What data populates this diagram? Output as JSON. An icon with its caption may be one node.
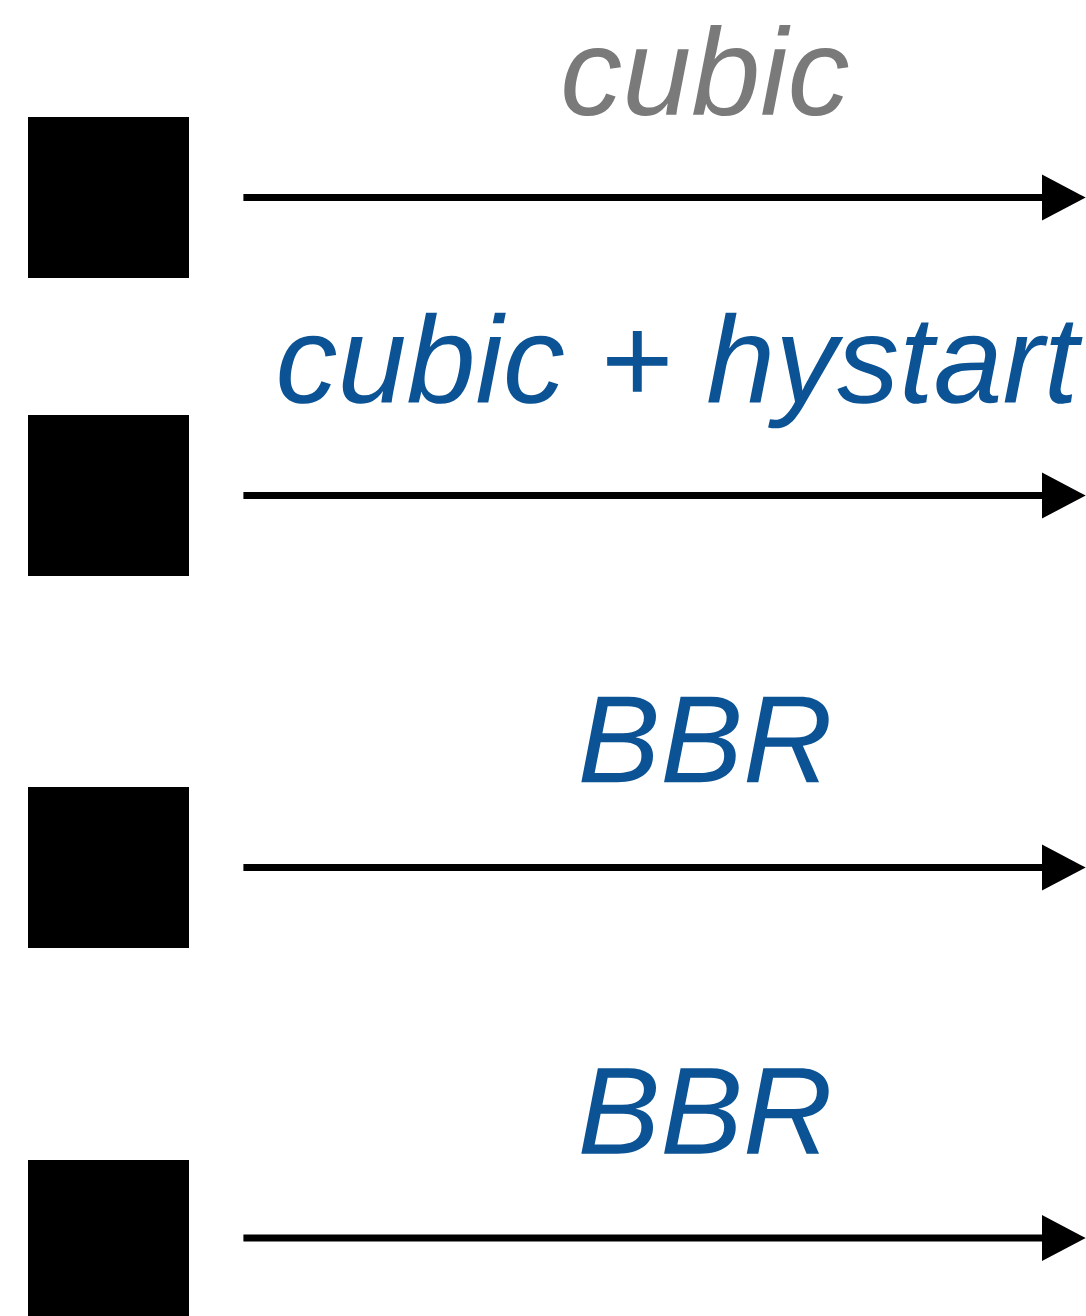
{
  "diagram": {
    "nodes": [
      {
        "text": [],
        "shape": "box"
      },
      {
        "text": [],
        "shape": "box"
      },
      {
        "text": [],
        "shape": "box"
      },
      {
        "text": [],
        "shape": "box"
      }
    ],
    "edges": [
      {
        "from": 0,
        "to": null,
        "arrow": "to",
        "label": "cubic"
      },
      {
        "from": 1,
        "to": null,
        "arrow": "to",
        "label": "cubic + hystart"
      },
      {
        "from": 2,
        "to": null,
        "arrow": "to",
        "label": "BBR"
      },
      {
        "from": 3,
        "to": null,
        "arrow": "to",
        "label": "BBR"
      }
    ]
  }
}
